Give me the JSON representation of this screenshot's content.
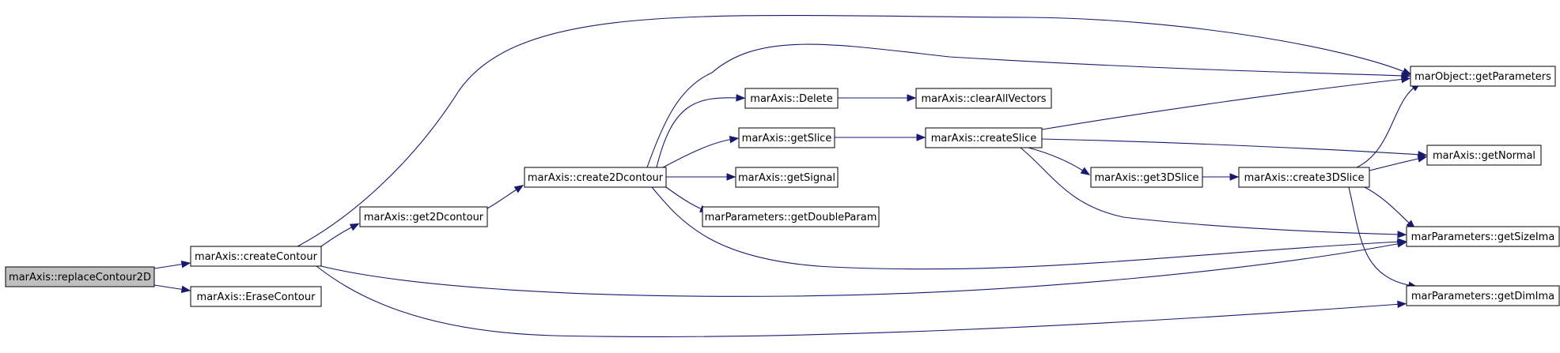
{
  "graph": {
    "nodes": [
      {
        "id": "replaceContour2D",
        "label": "marAxis::replaceContour2D",
        "root": true
      },
      {
        "id": "createContour",
        "label": "marAxis::createContour"
      },
      {
        "id": "EraseContour",
        "label": "marAxis::EraseContour"
      },
      {
        "id": "get2Dcontour",
        "label": "marAxis::get2Dcontour"
      },
      {
        "id": "create2Dcontour",
        "label": "marAxis::create2Dcontour"
      },
      {
        "id": "Delete",
        "label": "marAxis::Delete"
      },
      {
        "id": "getSlice",
        "label": "marAxis::getSlice"
      },
      {
        "id": "getSignal",
        "label": "marAxis::getSignal"
      },
      {
        "id": "getDoubleParam",
        "label": "marParameters::getDoubleParam"
      },
      {
        "id": "clearAllVectors",
        "label": "marAxis::clearAllVectors"
      },
      {
        "id": "createSlice",
        "label": "marAxis::createSlice"
      },
      {
        "id": "get3DSlice",
        "label": "marAxis::get3DSlice"
      },
      {
        "id": "create3DSlice",
        "label": "marAxis::create3DSlice"
      },
      {
        "id": "getParameters",
        "label": "marObject::getParameters"
      },
      {
        "id": "getNormal",
        "label": "marAxis::getNormal"
      },
      {
        "id": "getSizeIma",
        "label": "marParameters::getSizeIma"
      },
      {
        "id": "getDimIma",
        "label": "marParameters::getDimIma"
      }
    ],
    "edges": [
      {
        "from": "replaceContour2D",
        "to": "createContour"
      },
      {
        "from": "replaceContour2D",
        "to": "EraseContour"
      },
      {
        "from": "createContour",
        "to": "get2Dcontour"
      },
      {
        "from": "createContour",
        "to": "getParameters"
      },
      {
        "from": "createContour",
        "to": "getSizeIma"
      },
      {
        "from": "createContour",
        "to": "getDimIma"
      },
      {
        "from": "get2Dcontour",
        "to": "create2Dcontour"
      },
      {
        "from": "create2Dcontour",
        "to": "Delete"
      },
      {
        "from": "create2Dcontour",
        "to": "getSlice"
      },
      {
        "from": "create2Dcontour",
        "to": "getSignal"
      },
      {
        "from": "create2Dcontour",
        "to": "getDoubleParam"
      },
      {
        "from": "create2Dcontour",
        "to": "getParameters"
      },
      {
        "from": "create2Dcontour",
        "to": "getSizeIma"
      },
      {
        "from": "Delete",
        "to": "clearAllVectors"
      },
      {
        "from": "getSlice",
        "to": "createSlice"
      },
      {
        "from": "createSlice",
        "to": "getParameters"
      },
      {
        "from": "createSlice",
        "to": "getNormal"
      },
      {
        "from": "createSlice",
        "to": "get3DSlice"
      },
      {
        "from": "createSlice",
        "to": "getSizeIma"
      },
      {
        "from": "get3DSlice",
        "to": "create3DSlice"
      },
      {
        "from": "create3DSlice",
        "to": "getParameters"
      },
      {
        "from": "create3DSlice",
        "to": "getNormal"
      },
      {
        "from": "create3DSlice",
        "to": "getSizeIma"
      },
      {
        "from": "create3DSlice",
        "to": "getDimIma"
      }
    ],
    "colors": {
      "edge": "#191970",
      "node_border": "#000000",
      "root_fill": "#bfbfbf",
      "node_fill": "#ffffff"
    }
  }
}
